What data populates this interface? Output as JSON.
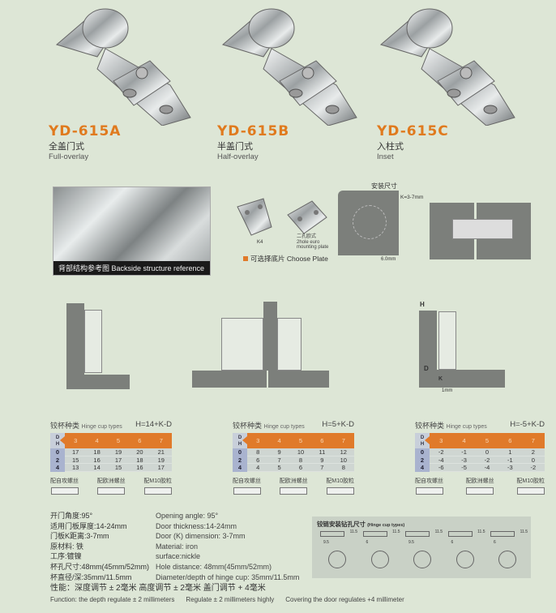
{
  "products": [
    {
      "model": "YD-615A",
      "cn": "全盖门式",
      "en": "Full-overlay"
    },
    {
      "model": "YD-615B",
      "cn": "半盖门式",
      "en": "Half-overlay"
    },
    {
      "model": "YD-615C",
      "cn": "入柱式",
      "en": "Inset"
    }
  ],
  "backside_caption": "背部结构参考图  Backside structure reference",
  "plates": {
    "k4": "K4",
    "euro_cn": "二孔欧式",
    "euro_en1": "2hole euro",
    "euro_en2": "mounting plate",
    "choose_label": "可选择底片 Choose Plate"
  },
  "install": {
    "title": "安装尺寸",
    "k_range": "K=3-7mm",
    "dim": "6.0mm"
  },
  "section": {
    "h": "H",
    "d": "D",
    "k": "K",
    "gap": "1mm"
  },
  "tables": [
    {
      "title_cn": "铰杯种类",
      "title_en": "Hinge cup types",
      "formula": "H=14+K-D",
      "k": [
        "3",
        "4",
        "5",
        "6",
        "7"
      ],
      "rows": [
        {
          "d": "0",
          "v": [
            "17",
            "18",
            "19",
            "20",
            "21"
          ]
        },
        {
          "d": "2",
          "v": [
            "15",
            "16",
            "17",
            "18",
            "19"
          ]
        },
        {
          "d": "4",
          "v": [
            "13",
            "14",
            "15",
            "16",
            "17"
          ]
        }
      ]
    },
    {
      "title_cn": "铰杯种类",
      "title_en": "Hinge cup types",
      "formula": "H=5+K-D",
      "k": [
        "3",
        "4",
        "5",
        "6",
        "7"
      ],
      "rows": [
        {
          "d": "0",
          "v": [
            "8",
            "9",
            "10",
            "11",
            "12"
          ]
        },
        {
          "d": "2",
          "v": [
            "6",
            "7",
            "8",
            "9",
            "10"
          ]
        },
        {
          "d": "4",
          "v": [
            "4",
            "5",
            "6",
            "7",
            "8"
          ]
        }
      ]
    },
    {
      "title_cn": "铰杯种类",
      "title_en": "Hinge cup types",
      "formula": "H=-5+K-D",
      "k": [
        "3",
        "4",
        "5",
        "6",
        "7"
      ],
      "rows": [
        {
          "d": "0",
          "v": [
            "-2",
            "-1",
            "0",
            "1",
            "2"
          ]
        },
        {
          "d": "2",
          "v": [
            "-4",
            "-3",
            "-2",
            "-1",
            "0"
          ]
        },
        {
          "d": "4",
          "v": [
            "-6",
            "-5",
            "-4",
            "-3",
            "-2"
          ]
        }
      ]
    }
  ],
  "dh_label": {
    "d": "D",
    "h": "H"
  },
  "screws": [
    "配自攻螺丝",
    "配欧洲螺丝",
    "配M10胶粒"
  ],
  "specs_cn": [
    "开门角度:95°",
    "适用门板厚度:14-24mm",
    "门板K距离:3-7mm",
    "原材料: 铁",
    "工序:镀镍",
    "杯孔尺寸:48mm(45mm/52mm)",
    "杯直径/深:35mm/11.5mm"
  ],
  "specs_en": [
    "Opening angle: 95°",
    "Door thickness:14-24mm",
    "Door (K) dimension: 3-7mm",
    "Material: iron",
    "surface:nickle",
    "Hole distance: 48mm(45mm/52mm)",
    "Diameter/depth of hinge cup: 35mm/11.5mm"
  ],
  "performance_cn": "性能：深度调节 ± 2毫米   高度调节 ± 2毫米   盖门调节 + 4毫米",
  "function_en": [
    "Function: the depth regulate  ± 2 millimeters",
    "Regulate  ± 2 millimeters highly",
    "Covering the door regulates +4 millimeter"
  ],
  "drill": {
    "title_cn": "铰链安装钻孔尺寸",
    "title_en": "(Hinge cup types)",
    "depth": "11.5",
    "offsets": [
      "9.5",
      "6",
      "9.5",
      "6",
      "6"
    ]
  }
}
